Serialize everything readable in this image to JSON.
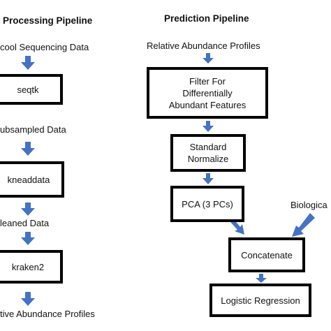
{
  "left": {
    "title": "Processing Pipeline",
    "input": "cool Sequencing Data",
    "step1": "seqtk",
    "out1": "ubsampled Data",
    "step2": "kneaddata",
    "out2": "leaned Data",
    "step3": "kraken2",
    "output": "tive Abundance Profiles"
  },
  "right": {
    "title": "Prediction Pipeline",
    "input": "Relative Abundance Profiles",
    "step1": "Filter For\nDifferentially\nAbundant Features",
    "step2": "Standard\nNormalize",
    "step3": "PCA (3 PCs)",
    "side_input": "Biologica",
    "step4": "Concatenate",
    "step5": "Logistic Regression"
  },
  "colors": {
    "arrow": "#4472C4",
    "border": "#000000"
  }
}
